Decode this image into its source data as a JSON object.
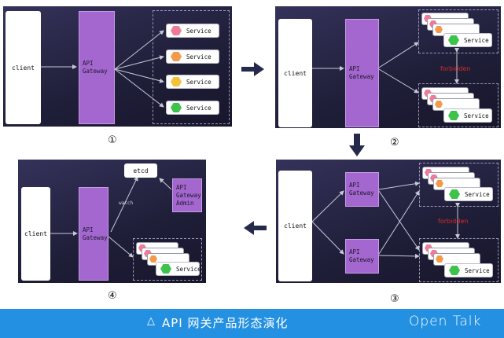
{
  "labels": {
    "client": "client",
    "gateway_line1": "API",
    "gateway_line2": "Gateway",
    "service": "Service",
    "forbidden": "forbidden",
    "etcd": "etcd",
    "watch": "watch",
    "admin_line1": "API",
    "admin_line2": "Gateway",
    "admin_line3": "Admin"
  },
  "steps": [
    "①",
    "②",
    "③",
    "④"
  ],
  "footer": {
    "icon": "△",
    "title": "API 网关产品形态演化",
    "brand": "Open Talk"
  },
  "colors": {
    "gateway": "#a467cf",
    "forbidden": "#d52a2a",
    "footer_bg": "#2490e2",
    "service_hex": [
      "#f07a9a",
      "#f3994a",
      "#f2c23a",
      "#3ec34a"
    ]
  }
}
